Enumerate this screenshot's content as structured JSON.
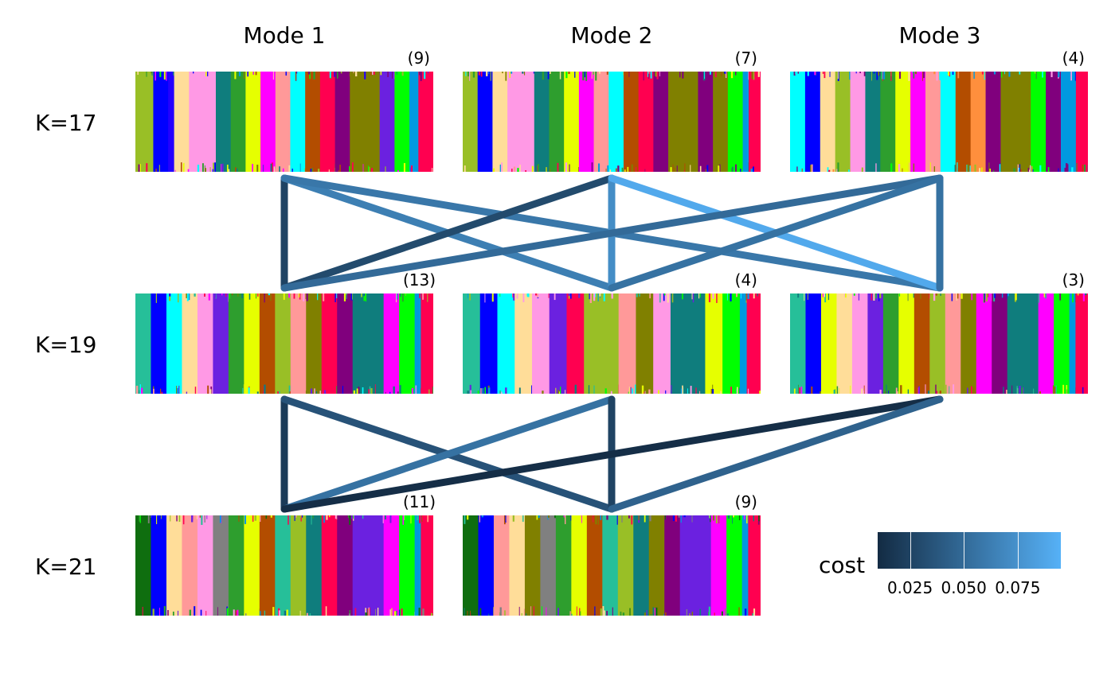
{
  "mode_titles": [
    "Mode 1",
    "Mode 2",
    "Mode 3"
  ],
  "rows": [
    {
      "label": "K=17",
      "modes": [
        {
          "mode": 1,
          "count": "(9)",
          "segments": [
            [
              "#99bf26",
              6
            ],
            [
              "#0000ff",
              5
            ],
            [
              "#2400ff",
              2
            ],
            [
              "#ffdd99",
              5
            ],
            [
              "#ff99e5",
              9
            ],
            [
              "#0f7d7d",
              5
            ],
            [
              "#2e9e2e",
              5
            ],
            [
              "#e6ff00",
              5
            ],
            [
              "#ff00ff",
              5
            ],
            [
              "#ff9999",
              5
            ],
            [
              "#00ffff",
              5
            ],
            [
              "#b34d00",
              5
            ],
            [
              "#ff0050",
              5
            ],
            [
              "#80007d",
              5
            ],
            [
              "#808000",
              10
            ],
            [
              "#6b21e0",
              5
            ],
            [
              "#00ff00",
              5
            ],
            [
              "#0099e0",
              3
            ],
            [
              "#ff0050",
              5
            ]
          ]
        },
        {
          "mode": 2,
          "count": "(7)",
          "segments": [
            [
              "#99bf26",
              5
            ],
            [
              "#0000ff",
              5
            ],
            [
              "#ffdd99",
              5
            ],
            [
              "#ff99e5",
              9
            ],
            [
              "#0f7d7d",
              5
            ],
            [
              "#2e9e2e",
              5
            ],
            [
              "#e6ff00",
              5
            ],
            [
              "#ff00ff",
              5
            ],
            [
              "#ff9999",
              5
            ],
            [
              "#00ffff",
              5
            ],
            [
              "#b34d00",
              5
            ],
            [
              "#ff0050",
              5
            ],
            [
              "#80007d",
              5
            ],
            [
              "#808000",
              10
            ],
            [
              "#80007d",
              5
            ],
            [
              "#808000",
              5
            ],
            [
              "#00ff00",
              5
            ],
            [
              "#0099e0",
              2
            ],
            [
              "#ff0050",
              4
            ]
          ]
        },
        {
          "mode": 3,
          "count": "(4)",
          "segments": [
            [
              "#00ffff",
              5
            ],
            [
              "#0000ff",
              5
            ],
            [
              "#ffdd99",
              5
            ],
            [
              "#99bf26",
              5
            ],
            [
              "#ff99e5",
              5
            ],
            [
              "#0f7d7d",
              5
            ],
            [
              "#2e9e2e",
              5
            ],
            [
              "#e6ff00",
              5
            ],
            [
              "#ff00ff",
              5
            ],
            [
              "#ff9999",
              5
            ],
            [
              "#00ffff",
              5
            ],
            [
              "#b34d00",
              5
            ],
            [
              "#ff8f3d",
              5
            ],
            [
              "#80007d",
              5
            ],
            [
              "#808000",
              10
            ],
            [
              "#00ff00",
              5
            ],
            [
              "#80007d",
              5
            ],
            [
              "#0099e0",
              5
            ],
            [
              "#ff0050",
              4
            ]
          ]
        }
      ]
    },
    {
      "label": "K=19",
      "modes": [
        {
          "mode": 1,
          "count": "(13)",
          "segments": [
            [
              "#26bf99",
              5
            ],
            [
              "#0000ff",
              5
            ],
            [
              "#00ffff",
              5
            ],
            [
              "#ffdd99",
              5
            ],
            [
              "#ff99e5",
              5
            ],
            [
              "#6b21e0",
              5
            ],
            [
              "#2e9e2e",
              5
            ],
            [
              "#e6ff00",
              5
            ],
            [
              "#b34d00",
              5
            ],
            [
              "#99bf26",
              5
            ],
            [
              "#ff9999",
              5
            ],
            [
              "#808000",
              5
            ],
            [
              "#ff0050",
              5
            ],
            [
              "#80007d",
              5
            ],
            [
              "#0f7d7d",
              10
            ],
            [
              "#ff00ff",
              5
            ],
            [
              "#00ff00",
              5
            ],
            [
              "#0099e0",
              2
            ],
            [
              "#ff0050",
              4
            ]
          ]
        },
        {
          "mode": 2,
          "count": "(4)",
          "segments": [
            [
              "#26bf99",
              5
            ],
            [
              "#0000ff",
              5
            ],
            [
              "#00ffff",
              5
            ],
            [
              "#ffdd99",
              5
            ],
            [
              "#ff99e5",
              5
            ],
            [
              "#6b21e0",
              5
            ],
            [
              "#ff0050",
              5
            ],
            [
              "#99bf26",
              10
            ],
            [
              "#ff9999",
              5
            ],
            [
              "#808000",
              5
            ],
            [
              "#ff99e5",
              5
            ],
            [
              "#0f7d7d",
              10
            ],
            [
              "#e6ff00",
              5
            ],
            [
              "#00ff00",
              5
            ],
            [
              "#0099e0",
              2
            ],
            [
              "#ff0050",
              4
            ]
          ]
        },
        {
          "mode": 3,
          "count": "(3)",
          "segments": [
            [
              "#26bf99",
              5
            ],
            [
              "#0000ff",
              5
            ],
            [
              "#e6ff00",
              5
            ],
            [
              "#ffdd99",
              5
            ],
            [
              "#ff99e5",
              5
            ],
            [
              "#6b21e0",
              5
            ],
            [
              "#2e9e2e",
              5
            ],
            [
              "#e6ff00",
              5
            ],
            [
              "#b34d00",
              5
            ],
            [
              "#99bf26",
              5
            ],
            [
              "#ff9999",
              5
            ],
            [
              "#808000",
              5
            ],
            [
              "#ff00ff",
              5
            ],
            [
              "#80007d",
              5
            ],
            [
              "#0f7d7d",
              10
            ],
            [
              "#ff00ff",
              5
            ],
            [
              "#00ff00",
              5
            ],
            [
              "#0099e0",
              2
            ],
            [
              "#ff0050",
              4
            ]
          ]
        }
      ]
    },
    {
      "label": "K=21",
      "modes": [
        {
          "mode": 1,
          "count": "(11)",
          "segments": [
            [
              "#0f6e0f",
              5
            ],
            [
              "#0000ff",
              5
            ],
            [
              "#ffdd99",
              5
            ],
            [
              "#ff9999",
              5
            ],
            [
              "#ff99e5",
              5
            ],
            [
              "#808080",
              5
            ],
            [
              "#2e9e2e",
              5
            ],
            [
              "#e6ff00",
              5
            ],
            [
              "#b34d00",
              5
            ],
            [
              "#26bf99",
              5
            ],
            [
              "#99bf26",
              5
            ],
            [
              "#0f7d7d",
              5
            ],
            [
              "#ff0050",
              5
            ],
            [
              "#80007d",
              5
            ],
            [
              "#6b21e0",
              10
            ],
            [
              "#ff00ff",
              5
            ],
            [
              "#00ff00",
              5
            ],
            [
              "#0099e0",
              2
            ],
            [
              "#ff0050",
              4
            ]
          ]
        },
        {
          "mode": 2,
          "count": "(9)",
          "segments": [
            [
              "#0f6e0f",
              5
            ],
            [
              "#0000ff",
              5
            ],
            [
              "#ff9999",
              5
            ],
            [
              "#ffdd99",
              5
            ],
            [
              "#808000",
              5
            ],
            [
              "#808080",
              5
            ],
            [
              "#2e9e2e",
              5
            ],
            [
              "#e6ff00",
              5
            ],
            [
              "#b34d00",
              5
            ],
            [
              "#26bf99",
              5
            ],
            [
              "#99bf26",
              5
            ],
            [
              "#0f7d7d",
              5
            ],
            [
              "#808000",
              5
            ],
            [
              "#80007d",
              5
            ],
            [
              "#6b21e0",
              10
            ],
            [
              "#ff00ff",
              5
            ],
            [
              "#00ff00",
              5
            ],
            [
              "#0099e0",
              2
            ],
            [
              "#ff0050",
              4
            ]
          ]
        }
      ]
    }
  ],
  "edges": [
    {
      "from": [
        17,
        1
      ],
      "to": [
        19,
        1
      ],
      "cost": 0.025
    },
    {
      "from": [
        17,
        1
      ],
      "to": [
        19,
        2
      ],
      "cost": 0.063
    },
    {
      "from": [
        17,
        1
      ],
      "to": [
        19,
        3
      ],
      "cost": 0.058
    },
    {
      "from": [
        17,
        2
      ],
      "to": [
        19,
        1
      ],
      "cost": 0.03
    },
    {
      "from": [
        17,
        2
      ],
      "to": [
        19,
        2
      ],
      "cost": 0.072
    },
    {
      "from": [
        17,
        2
      ],
      "to": [
        19,
        3
      ],
      "cost": 0.09
    },
    {
      "from": [
        17,
        3
      ],
      "to": [
        19,
        1
      ],
      "cost": 0.05
    },
    {
      "from": [
        17,
        3
      ],
      "to": [
        19,
        2
      ],
      "cost": 0.055
    },
    {
      "from": [
        17,
        3
      ],
      "to": [
        19,
        3
      ],
      "cost": 0.055
    },
    {
      "from": [
        19,
        1
      ],
      "to": [
        21,
        1
      ],
      "cost": 0.02
    },
    {
      "from": [
        19,
        1
      ],
      "to": [
        21,
        2
      ],
      "cost": 0.035
    },
    {
      "from": [
        19,
        2
      ],
      "to": [
        21,
        1
      ],
      "cost": 0.055
    },
    {
      "from": [
        19,
        2
      ],
      "to": [
        21,
        2
      ],
      "cost": 0.025
    },
    {
      "from": [
        19,
        3
      ],
      "to": [
        21,
        1
      ],
      "cost": 0.012
    },
    {
      "from": [
        19,
        3
      ],
      "to": [
        21,
        2
      ],
      "cost": 0.045
    }
  ],
  "legend": {
    "title": "cost",
    "low_color": "#132b43",
    "high_color": "#56b1f7",
    "range": [
      0.01,
      0.095
    ],
    "ticks": [
      0.025,
      0.05,
      0.075
    ],
    "tick_labels": [
      "0.025",
      "0.050",
      "0.075"
    ]
  }
}
